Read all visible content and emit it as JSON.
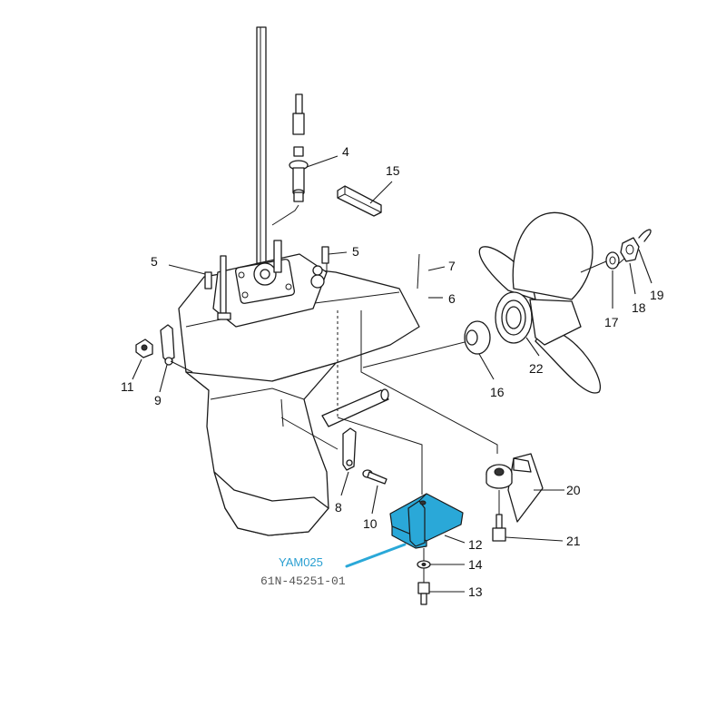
{
  "highlight": {
    "code": "YAM025",
    "part_number": "61N-45251-01",
    "color": "#2aa8d8",
    "text_color": "#2a9fd1"
  },
  "callouts": {
    "c4": "4",
    "c15": "15",
    "c5a": "5",
    "c5b": "5",
    "c7": "7",
    "c6": "6",
    "c19": "19",
    "c18": "18",
    "c17": "17",
    "c22": "22",
    "c16": "16",
    "c11": "11",
    "c9": "9",
    "c8": "8",
    "c10": "10",
    "c20": "20",
    "c21": "21",
    "c12": "12",
    "c14": "14",
    "c13": "13"
  }
}
